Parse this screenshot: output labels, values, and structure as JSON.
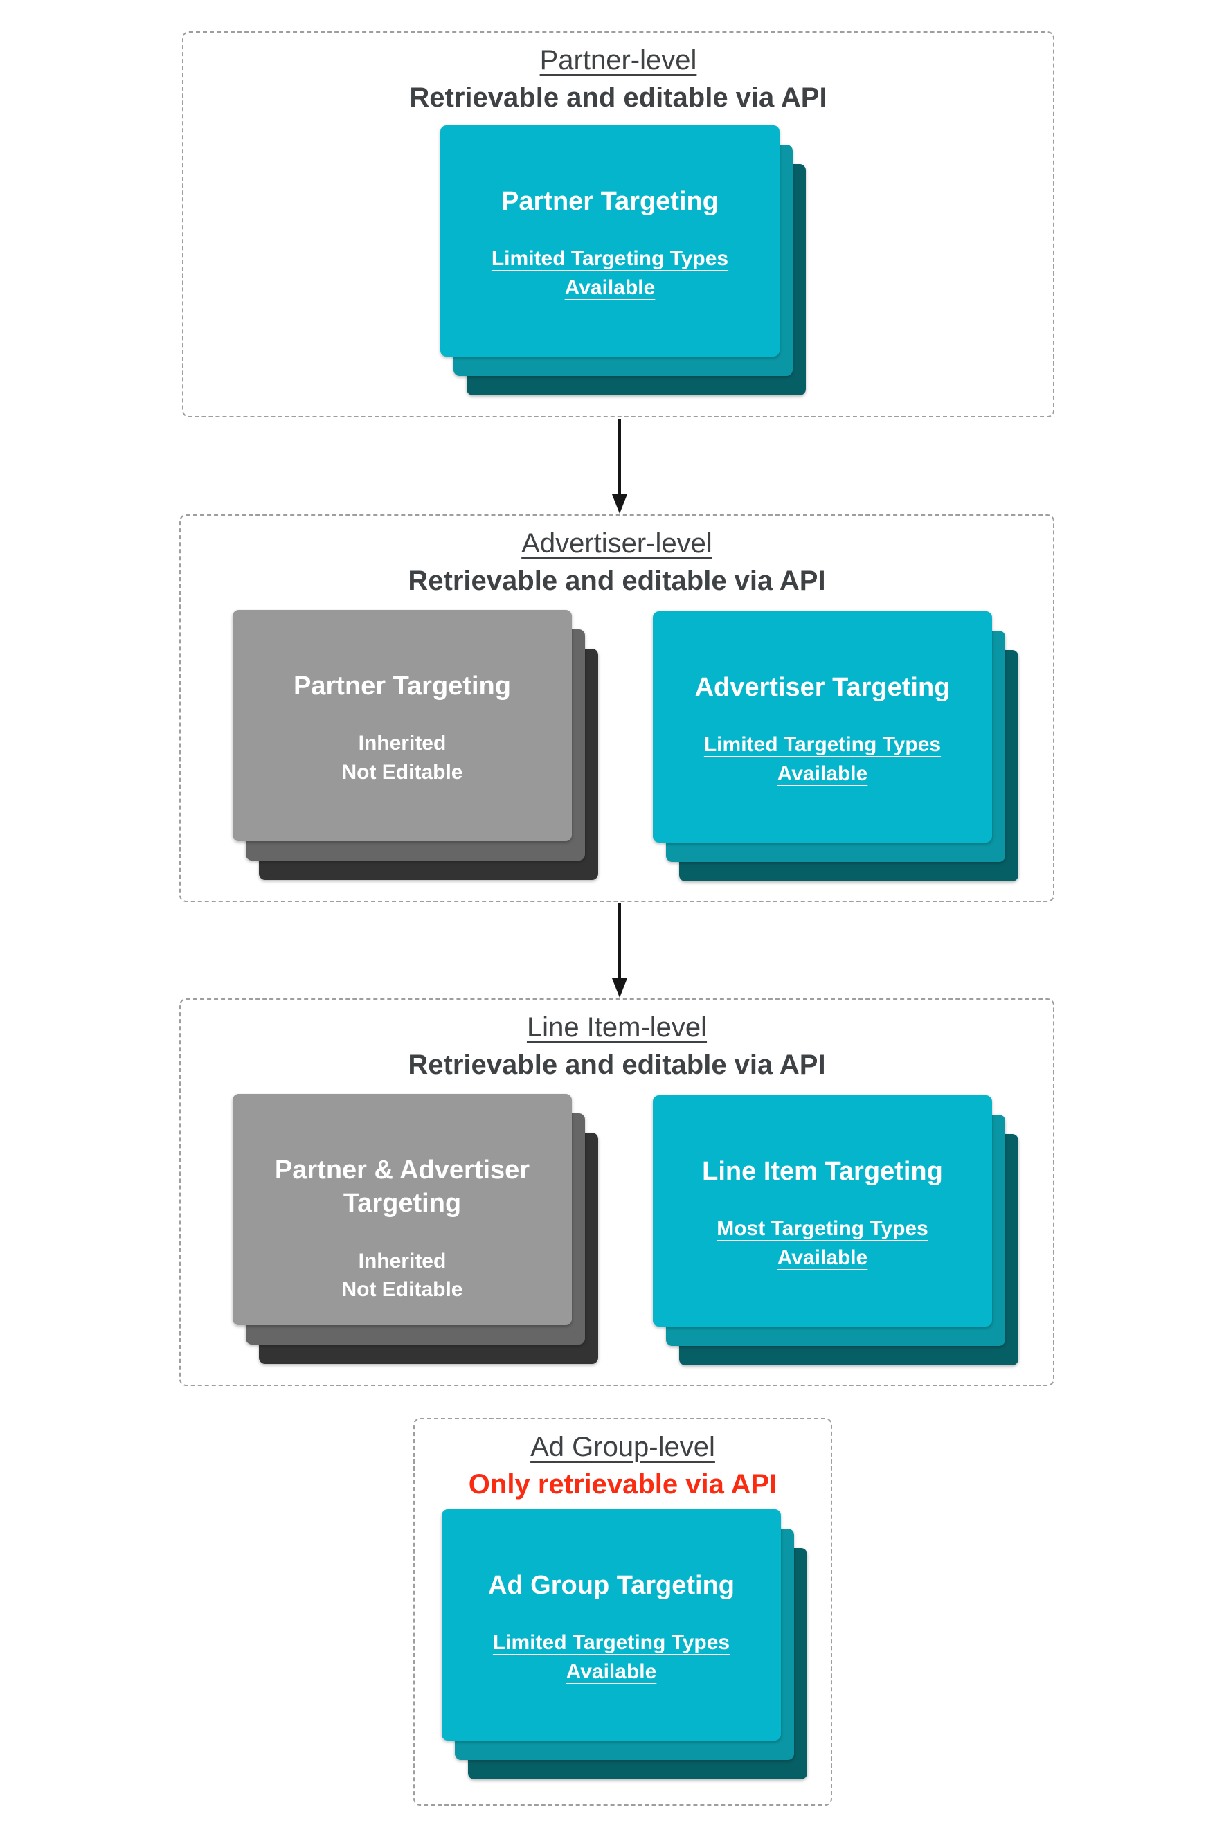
{
  "colors": {
    "teal_front": "#05b5cb",
    "teal_mid": "#0a96a4",
    "teal_back": "#075f66",
    "gray_front": "#999999",
    "gray_mid": "#666666",
    "gray_back": "#333333",
    "header_text": "#3f4245",
    "alert_red": "#fa2b10",
    "dashed_border": "#9e9e9e",
    "arrow": "#161616",
    "card_text": "#ffffff"
  },
  "sections": [
    {
      "title": "Partner-level",
      "subtitle": "Retrievable and editable via API",
      "cards": [
        {
          "variant": "teal",
          "title_line1": "Partner Targeting",
          "title_line2": "",
          "sub_line1": "Limited Targeting Types",
          "sub_line2": "Available"
        }
      ]
    },
    {
      "title": "Advertiser-level",
      "subtitle": "Retrievable and editable via API",
      "cards": [
        {
          "variant": "gray",
          "title_line1": "Partner Targeting",
          "title_line2": "",
          "sub_line1": "Inherited",
          "sub_line2": "Not Editable"
        },
        {
          "variant": "teal",
          "title_line1": "Advertiser Targeting",
          "title_line2": "",
          "sub_line1": "Limited Targeting Types",
          "sub_line2": "Available"
        }
      ]
    },
    {
      "title": "Line Item-level",
      "subtitle": "Retrievable and editable via API",
      "cards": [
        {
          "variant": "gray",
          "title_line1": "Partner & Advertiser",
          "title_line2": "Targeting",
          "sub_line1": "Inherited",
          "sub_line2": "Not Editable"
        },
        {
          "variant": "teal",
          "title_line1": "Line Item Targeting",
          "title_line2": "",
          "sub_line1": "Most Targeting Types",
          "sub_line2": "Available"
        }
      ]
    },
    {
      "title": "Ad Group-level",
      "subtitle": "Only retrievable via API",
      "cards": [
        {
          "variant": "teal",
          "title_line1": "Ad Group Targeting",
          "title_line2": "",
          "sub_line1": "Limited Targeting Types",
          "sub_line2": "Available"
        }
      ]
    }
  ]
}
